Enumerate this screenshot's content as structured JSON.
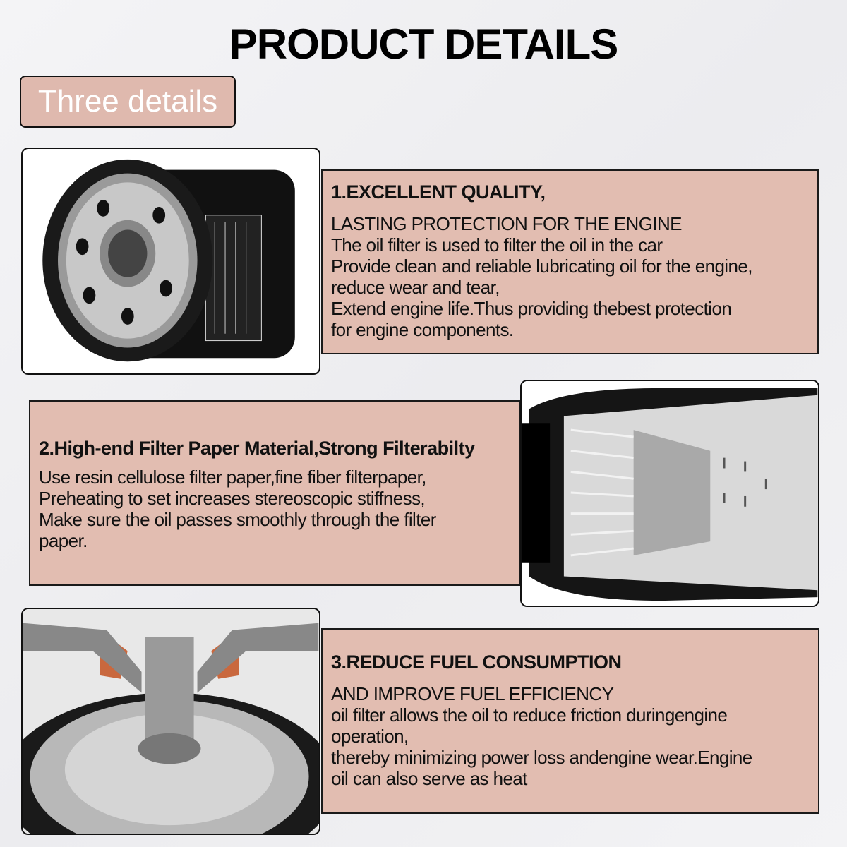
{
  "title": "PRODUCT DETAILS",
  "badge": "Three details",
  "details": [
    {
      "heading": "1.EXCELLENT QUALITY,",
      "lines": [
        "LASTING PROTECTION FOR THE ENGINE",
        "The oil filter is used to filter the oil in the car",
        "Provide clean and reliable lubricating oil for the engine,",
        "reduce wear and tear,",
        "Extend engine life.Thus providing thebest protection",
        "for engine components."
      ]
    },
    {
      "heading": "2.High-end Filter Paper Material,Strong Filterabilty",
      "lines": [
        "Use resin cellulose filter paper,fine fiber filterpaper,",
        "Preheating to set increases stereoscopic stiffness,",
        "Make sure the oil passes smoothly through the filter",
        "paper."
      ]
    },
    {
      "heading": "3.REDUCE FUEL CONSUMPTION",
      "lines": [
        "AND IMPROVE FUEL EFFICIENCY",
        "oil filter allows the oil to reduce friction duringengine",
        "operation,",
        "thereby minimizing power loss andengine wear.Engine",
        "oil can also serve as heat"
      ]
    }
  ],
  "colors": {
    "panel": "#e2bdb1",
    "badge": "#dfb9ae"
  }
}
